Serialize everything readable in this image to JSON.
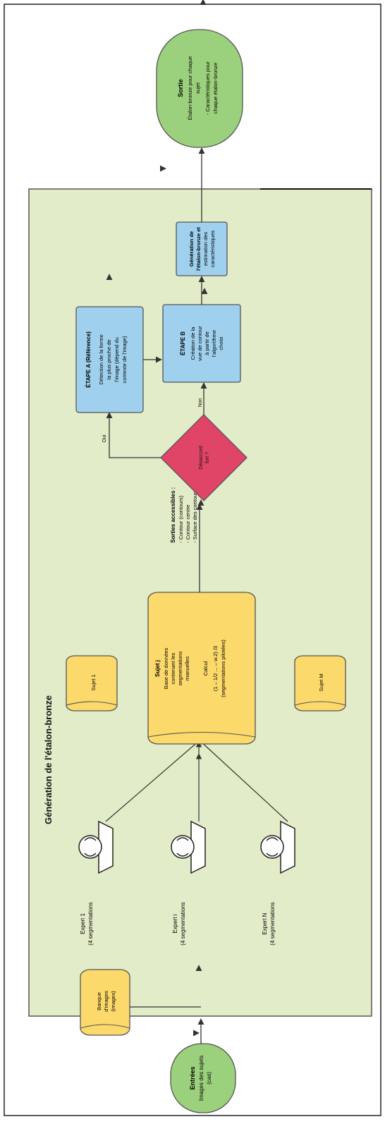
{
  "diagram": {
    "title": "Génération de l'étalon-bronze",
    "start": {
      "title": "Entrées",
      "lines": [
        "Images des sujets",
        "(cas)"
      ]
    },
    "image_bank": {
      "lines": [
        "Banque",
        "d'images",
        "(images)"
      ]
    },
    "experts": [
      {
        "name": "Expert 1",
        "detail": "(4 segmentations"
      },
      {
        "name": "Expert i",
        "detail": "(4 segmentations"
      },
      {
        "name": "Expert N",
        "detail": "(4 segmentations"
      }
    ],
    "subjects": [
      {
        "label": "Sujet 1"
      },
      {
        "label": "Sujet j"
      },
      {
        "label": "Sujet M"
      }
    ],
    "subject_main": {
      "label": "Sujet j",
      "lines": [
        "Base de données",
        "contenant les",
        "segmentations",
        "manuelles"
      ],
      "formula_lines": [
        "Calcul",
        "(1 – 1/2 ... – w.2) /3",
        "(segmentations pilotées)"
      ]
    },
    "outputs": {
      "header": "Sorties accessibles :",
      "items": [
        "- Contour (contours)",
        "- Contour centre",
        "- Surface des contours (nuage)"
      ]
    },
    "decision": {
      "lines": [
        "Désaccord",
        "fort ?"
      ]
    },
    "labels": {
      "yes": "Oui",
      "no": "Non"
    },
    "step_a": {
      "title": "ÉTAPE A (Référence)",
      "lines": [
        "Détection de la forme",
        "la plus proche de",
        "l'image (dépend du",
        "contexte de l'image)"
      ]
    },
    "step_b": {
      "title": "ÉTAPE B",
      "lines": [
        "Création de la",
        "vue de contour",
        "à partir de",
        "l'algorithme",
        "choisi"
      ]
    },
    "generation": {
      "lines": [
        "Génération de",
        "l'étalon-bronze et",
        "estimation des",
        "caractéristiques"
      ]
    },
    "end": {
      "title": "Sortie",
      "lines": [
        "Étalon-bronze pour chaque",
        "sujet",
        "- Caractéristiques pour",
        "chaque étalon-bronze"
      ]
    },
    "colors": {
      "panel": "#e3ecc9",
      "green": "#9bd07c",
      "yellow": "#fcd96b",
      "blue": "#9fd1ef",
      "red": "#e04467"
    }
  }
}
